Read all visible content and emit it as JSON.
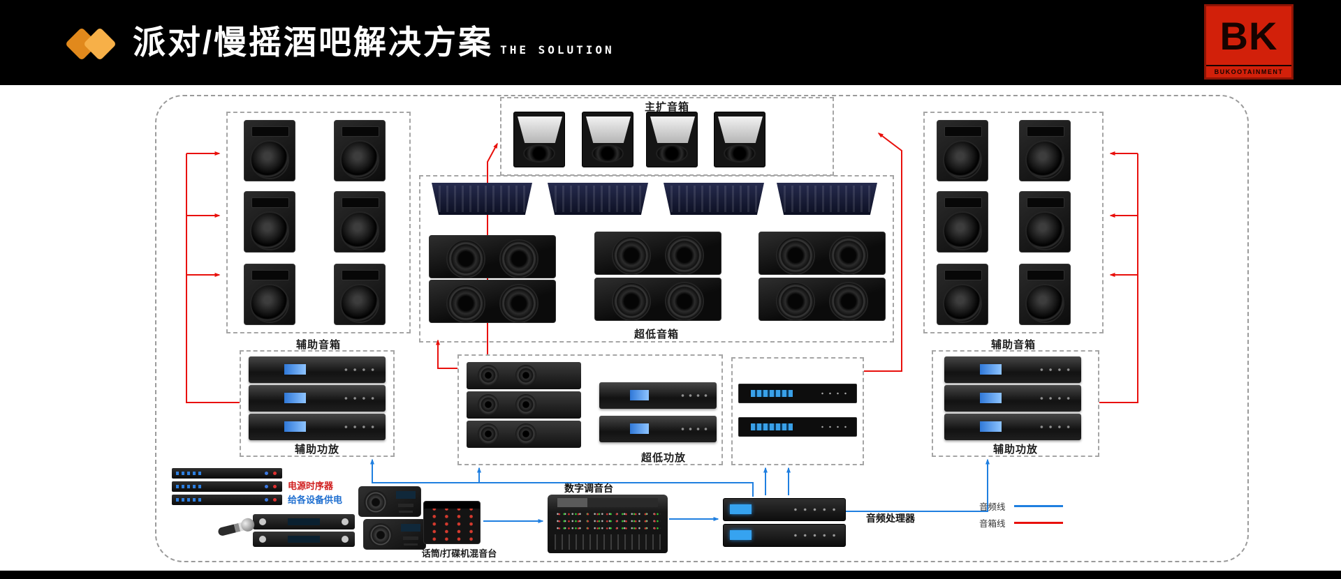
{
  "header": {
    "title": "派对/慢摇酒吧解决方案",
    "subtitle": "THE SOLUTION",
    "logo_text": "BK",
    "logo_brand": "BUKOOTAINMENT"
  },
  "groups": {
    "main_speakers": "主扩音箱",
    "aux_speakers_left": "辅助音箱",
    "aux_speakers_right": "辅助音箱",
    "subwoofers": "超低音箱",
    "aux_amps_left": "辅助功放",
    "sub_amps": "超低功放",
    "aux_amps_right": "辅助功放"
  },
  "bottom": {
    "power_sequencer": "电源时序器",
    "power_note": "给各设备供电",
    "dj_mixer": "话筒/打碟机混音台",
    "digital_mixer": "数字调音台",
    "audio_processor": "音频处理器"
  },
  "legend": {
    "audio_line": "音频线",
    "speaker_line": "音箱线",
    "audio_line_color": "#1f7fe0",
    "speaker_line_color": "#e8100c"
  },
  "colors": {
    "header_bg": "#000000",
    "accent_orange": "#f09e2e",
    "logo_bg": "#d2200a"
  }
}
